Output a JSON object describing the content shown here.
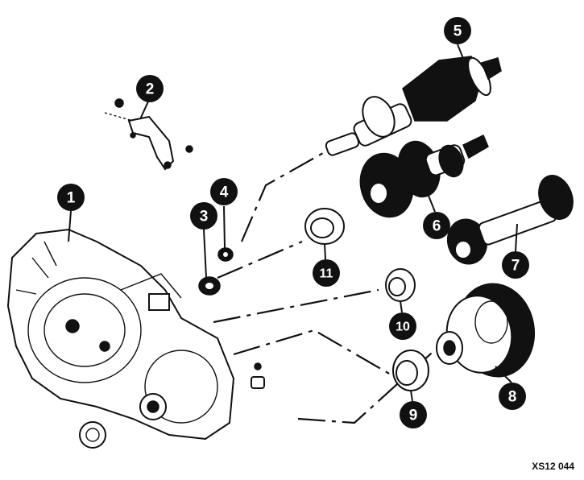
{
  "callouts": [
    "1",
    "2",
    "3",
    "4",
    "5",
    "6",
    "7",
    "8",
    "9",
    "10",
    "11"
  ],
  "reference_code": "XS12 044",
  "colors": {
    "ink": "#111111",
    "paper": "#ffffff"
  },
  "parts_icons": [
    "gearbox-housing-icon",
    "selector-lever-icon",
    "washer-icon",
    "nut-icon",
    "input-shaft-icon",
    "output-shaft-gear-icon",
    "pinion-shaft-icon",
    "differential-icon",
    "bearing-ring-icon",
    "oil-seal-icon"
  ]
}
